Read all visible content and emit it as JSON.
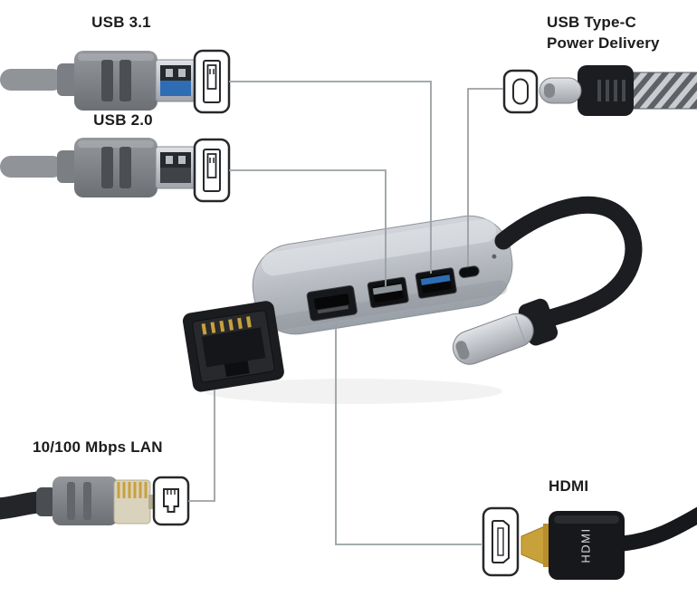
{
  "callouts": {
    "usb31": {
      "label": "USB 3.1"
    },
    "usb20": {
      "label": "USB 2.0"
    },
    "usb_type_c": {
      "label_line1": "USB Type-C",
      "label_line2": "Power Delivery"
    },
    "lan": {
      "label": "10/100 Mbps LAN"
    },
    "hdmi": {
      "label": "HDMI"
    }
  },
  "connector_markings": {
    "hdmi_plug_text": "HDMI"
  },
  "icons": {
    "usb31_port": "usb-a-port-icon",
    "usb20_port": "usb-a-port-icon",
    "usb_type_c_port": "usb-c-port-icon",
    "lan_port": "lan-port-icon",
    "hdmi_port": "hdmi-port-icon"
  },
  "colors": {
    "usb3_tongue_blue": "#2e6db4",
    "hub_aluminum": "#b4b8be",
    "cable_black": "#1b1d20",
    "contact_gold": "#c9a13b",
    "callout_line": "#9aa0a4",
    "label_text": "#1c1c1c",
    "background": "#ffffff"
  }
}
